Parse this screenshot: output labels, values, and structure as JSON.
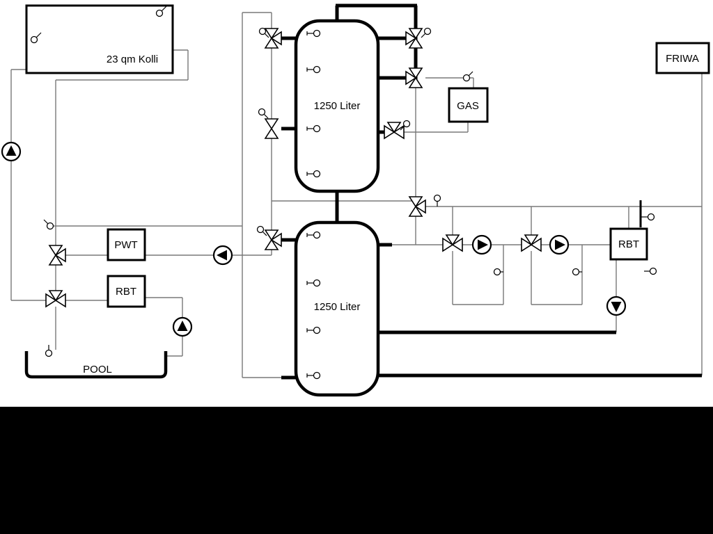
{
  "diagram": {
    "collector_label": "23 qm Kolli",
    "tank1_label": "1250 Liter",
    "tank2_label": "1250 Liter",
    "gas_label": "GAS",
    "friwa_label": "FRIWA",
    "pwt_label": "PWT",
    "rbt_left_label": "RBT",
    "rbt_right_label": "RBT",
    "pool_label": "POOL",
    "colors": {
      "thin_pipe": "#787878",
      "thick_pipe": "#000000",
      "background": "#ffffff",
      "bottom_band": "#000000"
    }
  }
}
